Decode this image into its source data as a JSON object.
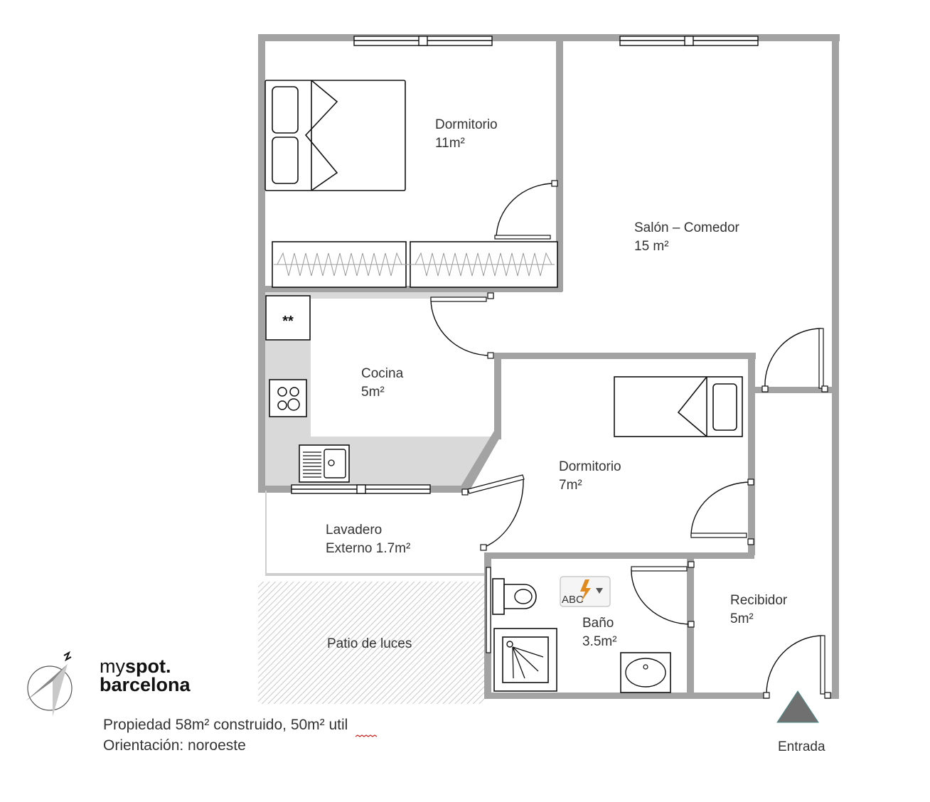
{
  "rooms": {
    "dormitorio_1": {
      "name": "Dormitorio",
      "area": "11m²"
    },
    "salon": {
      "name": "Salón – Comedor",
      "area": "15 m²"
    },
    "cocina": {
      "name": "Cocina",
      "area": "5m²"
    },
    "dormitorio_2": {
      "name": "Dormitorio",
      "area": "7m²"
    },
    "lavadero": {
      "name": "Lavadero",
      "area": "Externo 1.7m²"
    },
    "bano": {
      "name": "Baño",
      "area": "3.5m²"
    },
    "recibidor": {
      "name": "Recibidor",
      "area": "5m²"
    },
    "patio": {
      "name": "Patio de luces"
    }
  },
  "appliance_label": "**",
  "spellcheck_badge": {
    "text": "ABC",
    "icon": "lightning-icon"
  },
  "entrance": {
    "label": "Entrada",
    "icon": "triangle-up-icon"
  },
  "branding": {
    "part1": "my",
    "part2": "spot",
    "dot": ".",
    "city": "barcelona",
    "icon": "compass-needle-icon"
  },
  "property": {
    "line1": "Propiedad 58m² construido, 50m² util",
    "line2": "Orientación: noroeste"
  },
  "colors": {
    "wall": "#a3a3a3",
    "kitchen_floor": "#d9d9d9",
    "patio_hatch": "#c8c8c8",
    "entrance_marker": "#707070",
    "lightning": "#e08a1e"
  }
}
